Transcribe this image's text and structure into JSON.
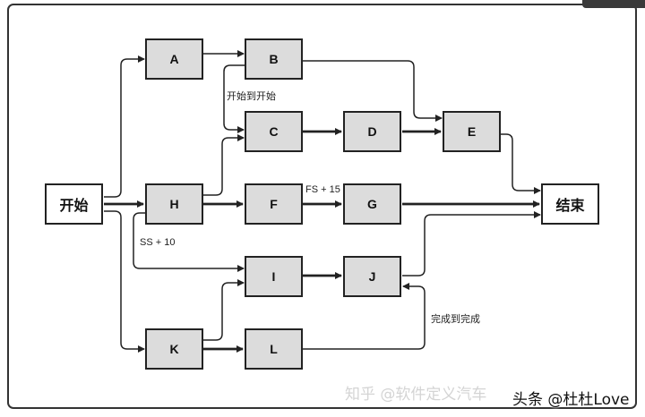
{
  "nodes": {
    "start": "开始",
    "end": "结束",
    "A": "A",
    "B": "B",
    "C": "C",
    "D": "D",
    "E": "E",
    "F": "F",
    "G": "G",
    "H": "H",
    "I": "I",
    "J": "J",
    "K": "K",
    "L": "L"
  },
  "labels": {
    "ss": "开始到开始",
    "fs15": "FS + 15",
    "ss10": "SS + 10",
    "ff": "完成到完成"
  },
  "watermarks": {
    "zhihu": "知乎 @软件定义汽车",
    "toutiao": "头条 @杜杜Love"
  },
  "colors": {
    "node_fill": "#dcdcdc",
    "line": "#222222"
  }
}
